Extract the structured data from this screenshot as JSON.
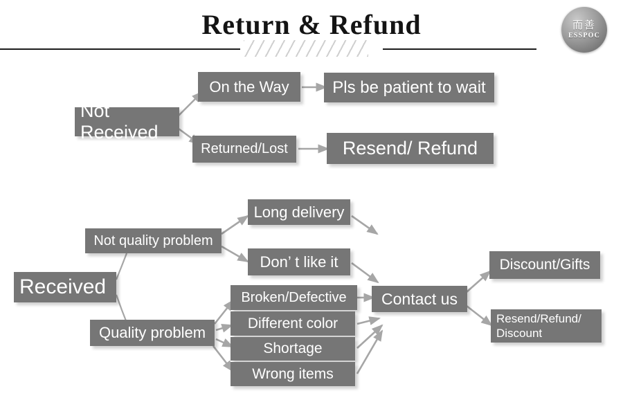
{
  "header": {
    "title": "Return & Refund",
    "divider_icon": "diagonal-hatch-divider"
  },
  "logo": {
    "cn_text": "而善",
    "en_text": "ESSPOC",
    "icon": "brand-badge-icon"
  },
  "colors": {
    "node_fill": "#767676",
    "node_text": "#ffffff",
    "arrow": "#a6a6a6",
    "rule": "#1c1c1c",
    "hatch": "#cfcfcf",
    "background": "#ffffff"
  },
  "flow": {
    "branches": [
      {
        "id": "not-received",
        "root": "Not Received",
        "steps": [
          {
            "cause": "On the Way",
            "result": "Pls be patient to wait"
          },
          {
            "cause": "Returned/Lost",
            "result": "Resend/ Refund"
          }
        ]
      },
      {
        "id": "received",
        "root": "Received",
        "categories": [
          {
            "label": "Not quality problem",
            "reasons": [
              "Long delivery",
              "Don’ t like it"
            ]
          },
          {
            "label": "Quality problem",
            "reasons": [
              "Broken/Defective",
              "Different color",
              "Shortage",
              "Wrong items"
            ]
          }
        ],
        "hub": "Contact us",
        "outcomes": [
          "Discount/Gifts",
          "Resend/Refund/\nDiscount"
        ]
      }
    ]
  },
  "nodes": {
    "not_received": "Not Received",
    "on_the_way": "On the Way",
    "pls_be_patient": "Pls be patient to wait",
    "returned_lost": "Returned/Lost",
    "resend_refund": "Resend/ Refund",
    "received": "Received",
    "not_quality_problem": "Not quality problem",
    "quality_problem": "Quality problem",
    "long_delivery": "Long delivery",
    "dont_like_it": "Don’ t like it",
    "broken_defective": "Broken/Defective",
    "different_color": "Different color",
    "shortage": "Shortage",
    "wrong_items": "Wrong items",
    "contact_us": "Contact us",
    "discount_gifts": "Discount/Gifts",
    "resend_refund_discount": "Resend/Refund/\nDiscount"
  }
}
